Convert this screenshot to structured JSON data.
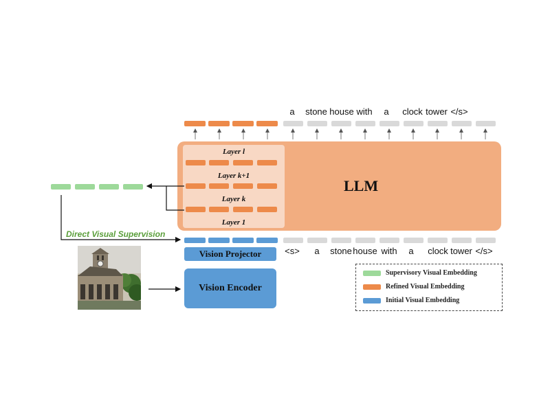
{
  "top_tokens": [
    "a",
    "stone",
    "house",
    "with",
    "a",
    "clock",
    "tower",
    "</s>"
  ],
  "bottom_tokens": [
    "<s>",
    "a",
    "stone",
    "house",
    "with",
    "a",
    "clock",
    "tower",
    "</s>"
  ],
  "llm": {
    "title": "LLM",
    "layers": [
      "Layer l",
      "Layer k+1",
      "Layer k",
      "Layer 1"
    ]
  },
  "vision_projector": "Vision Projector",
  "vision_encoder": "Vision Encoder",
  "direct_supervision_label": "Direct Visual Supervision",
  "legend": [
    {
      "label": "Supervisory Visual Embedding",
      "color": "#9dd99a"
    },
    {
      "label": "Refined Visual Embedding",
      "color": "#ed8a4a"
    },
    {
      "label": "Initial Visual Embedding",
      "color": "#5b9bd5"
    }
  ],
  "colors": {
    "llm_fill": "#f2ad80",
    "layer_column": "#f8d8c4",
    "refined": "#ed8a4a",
    "initial": "#5b9bd5",
    "supervisory": "#9dd99a",
    "text_token": "#d9d9d9"
  },
  "image": {
    "subject": "stone-house-with-clock-tower-photo"
  }
}
